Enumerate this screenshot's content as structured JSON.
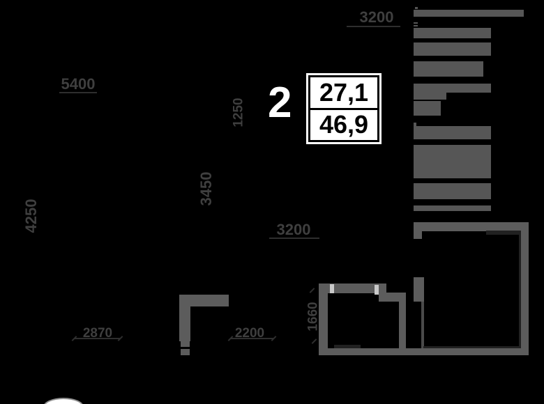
{
  "info_box": {
    "rooms_label": "2",
    "value_top": "27,1",
    "value_bottom": "46,9"
  },
  "dimensions": {
    "top_width": "5400",
    "upper_right_width": "3200",
    "middle_width": "3200",
    "lower_left_width": "2870",
    "lower_middle_width": "2200",
    "side_upper": "1250",
    "side_middle": "3450",
    "side_left": "4250",
    "room_height": "1660"
  },
  "colors": {
    "background": "#000000",
    "wall": "#5c5c5c",
    "legend_bar": "#565656",
    "dimension_text": "#3f3f3f",
    "box_background": "#ffffff",
    "box_text": "#000000"
  }
}
